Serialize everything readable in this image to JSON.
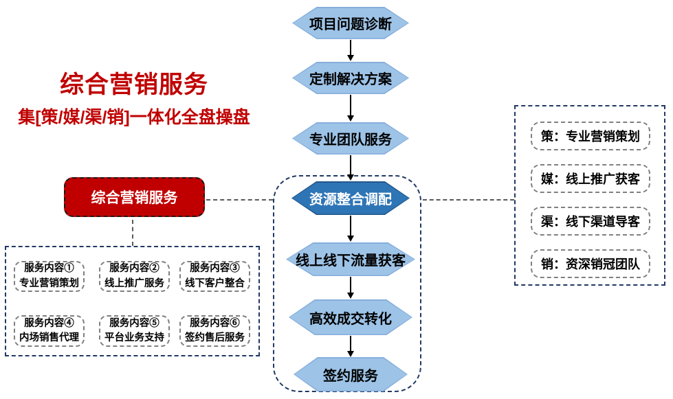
{
  "header": {
    "title": "综合营销服务",
    "subtitle": "集[策/媒/渠/销]一体化全盘操盘"
  },
  "summary_node": {
    "label": "综合营销服务"
  },
  "flow": {
    "steps": [
      {
        "label": "项目问题诊断",
        "emphasis": false
      },
      {
        "label": "定制解决方案",
        "emphasis": false
      },
      {
        "label": "专业团队服务",
        "emphasis": false
      },
      {
        "label": "资源整合调配",
        "emphasis": true
      },
      {
        "label": "线上线下流量获客",
        "emphasis": false
      },
      {
        "label": "高效成交转化",
        "emphasis": false
      },
      {
        "label": "签约服务",
        "emphasis": false
      }
    ]
  },
  "service_panel": {
    "items": [
      {
        "line1": "服务内容①",
        "line2": "专业营销策划"
      },
      {
        "line1": "服务内容②",
        "line2": "线上推广服务"
      },
      {
        "line1": "服务内容③",
        "line2": "线下客户整合"
      },
      {
        "line1": "服务内容④",
        "line2": "内场销售代理"
      },
      {
        "line1": "服务内容⑤",
        "line2": "平台业务支持"
      },
      {
        "line1": "服务内容⑥",
        "line2": "签约售后服务"
      }
    ]
  },
  "legend_panel": {
    "items": [
      {
        "label": "策：专业营销策划"
      },
      {
        "label": "媒：线上推广获客"
      },
      {
        "label": "渠：线下渠道导客"
      },
      {
        "label": "销：资深销冠团队"
      }
    ]
  },
  "colors": {
    "accent_red": "#C00000",
    "hex_light": "#9DC3E7",
    "hex_light_border": "#86AEDC",
    "hex_dark": "#2E75B6",
    "hex_dark_border": "#24578B",
    "dashed_navy": "#203864",
    "dashed_gray": "#7F7F7F",
    "connector": "#595959"
  }
}
